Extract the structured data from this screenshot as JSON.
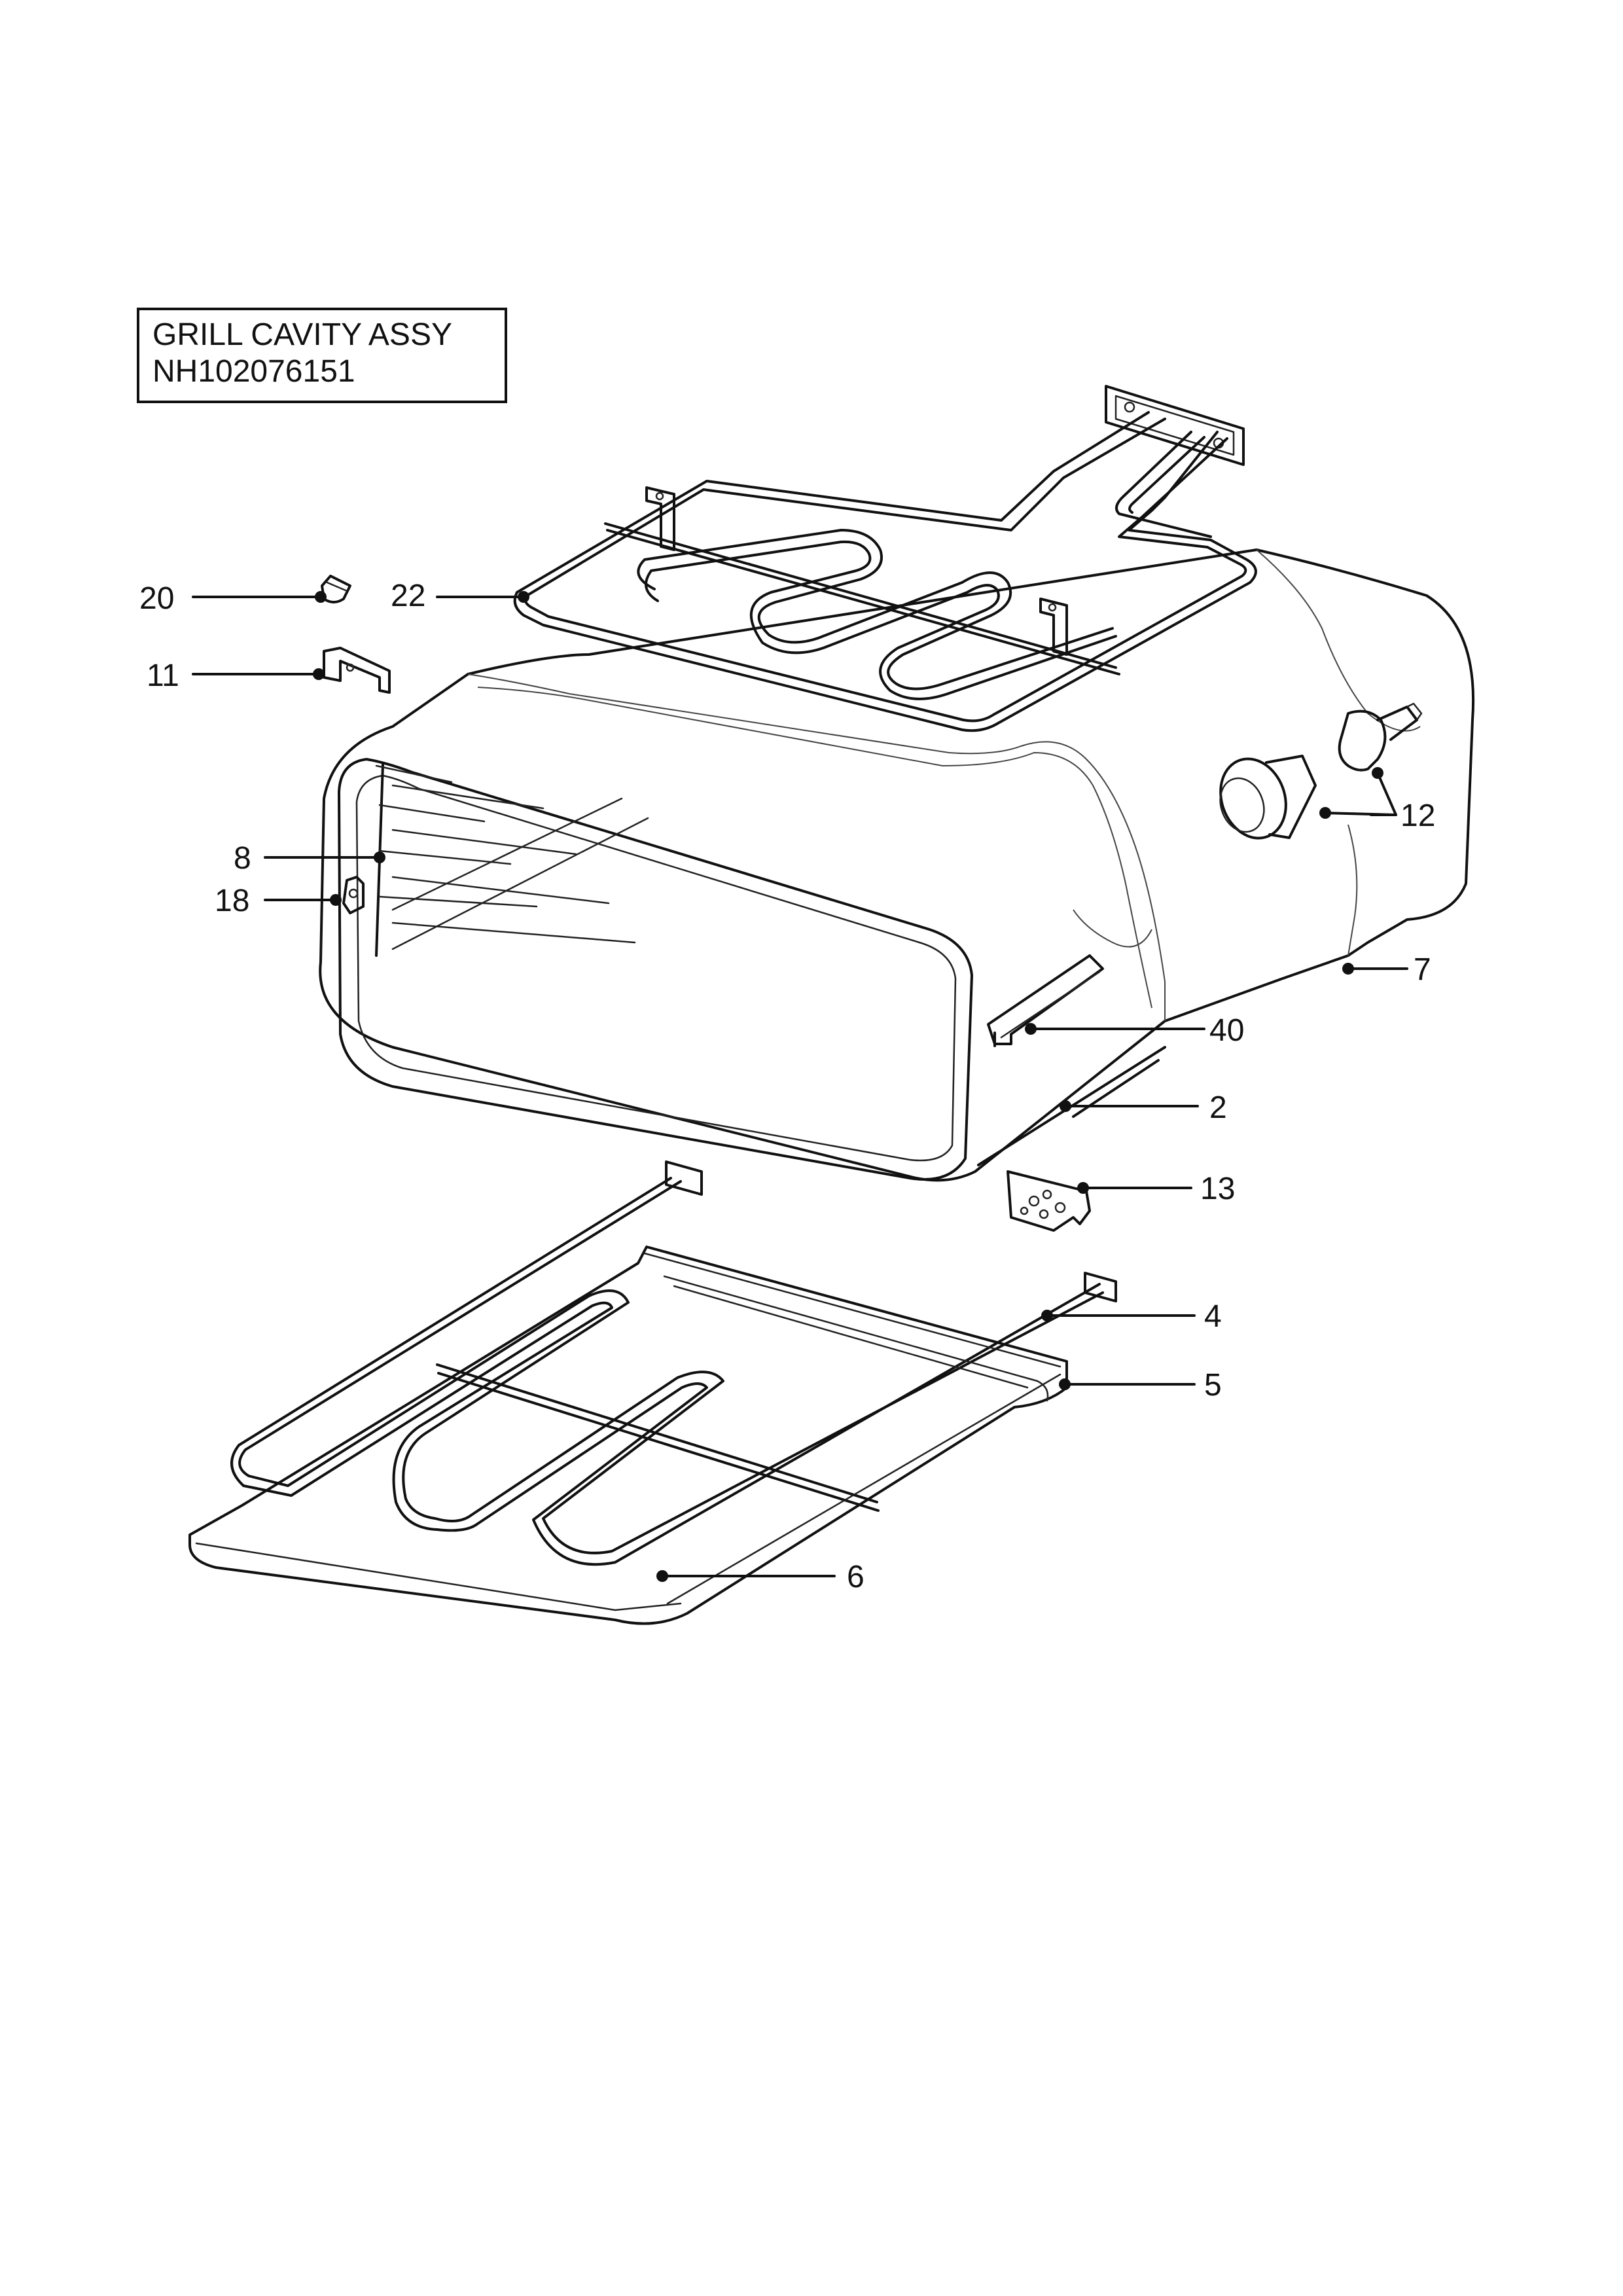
{
  "title": {
    "line1": "GRILL CAVITY ASSY",
    "line2": "NH102076151"
  },
  "callouts": {
    "20": "20",
    "22": "22",
    "11": "11",
    "8": "8",
    "18": "18",
    "12": "12",
    "7": "7",
    "40": "40",
    "2": "2",
    "13": "13",
    "4": "4",
    "5": "5",
    "6": "6"
  },
  "colors": {
    "line": "#111111",
    "background": "#ffffff"
  }
}
